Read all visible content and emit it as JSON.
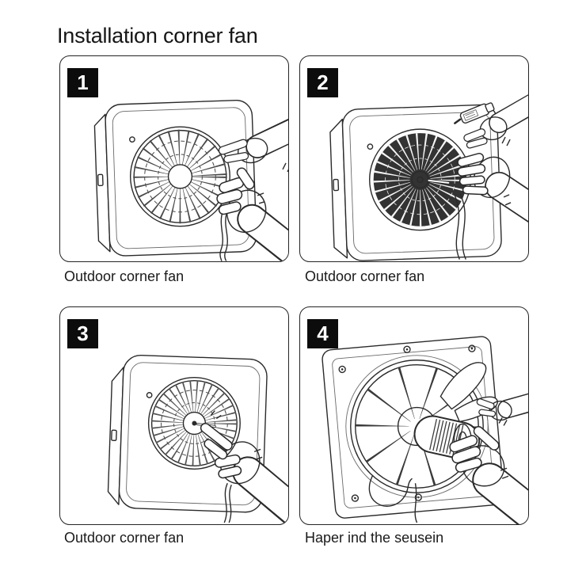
{
  "page": {
    "title": "Installation corner fan",
    "background": "#ffffff"
  },
  "colors": {
    "line": "#2a2a2a",
    "badge_bg": "#0c0c0c",
    "badge_fg": "#ffffff",
    "fan_dark_fill": "#333333"
  },
  "panels": [
    {
      "number": "1",
      "caption": "Outdoor corner fan"
    },
    {
      "number": "2",
      "caption": "Outdoor corner fan"
    },
    {
      "number": "3",
      "caption": "Outdoor corner fan"
    },
    {
      "number": "4",
      "caption": "Haper ind the seusein"
    }
  ]
}
